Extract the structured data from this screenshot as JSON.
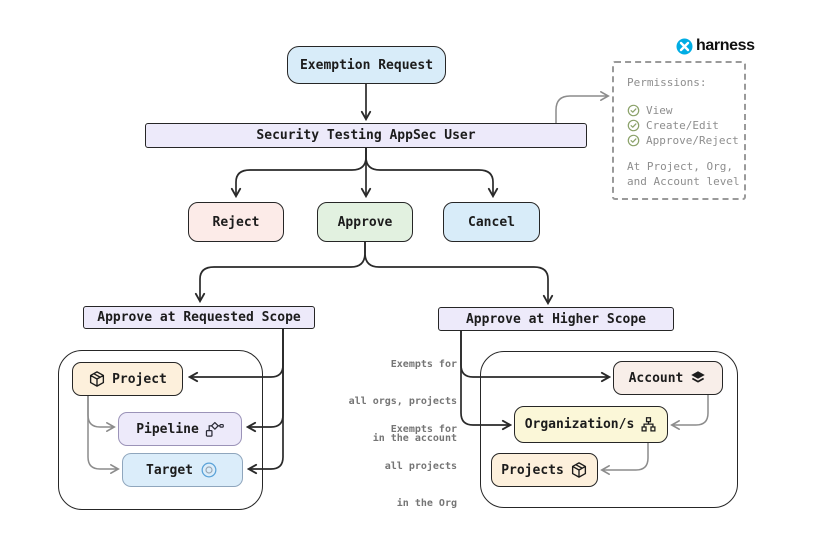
{
  "logo": {
    "brand": "harness",
    "brand_color": "#00ade4"
  },
  "permissions_panel": {
    "title": "Permissions:",
    "items": [
      "View",
      "Create/Edit",
      "Approve/Reject"
    ],
    "footer_lines": [
      "At Project, Org,",
      "and Account level"
    ]
  },
  "flow": {
    "exemption_request": "Exemption Request",
    "appsec_user": "Security Testing AppSec User",
    "reject": "Reject",
    "approve": "Approve",
    "cancel": "Cancel",
    "requested_scope": "Approve at Requested Scope",
    "higher_scope": "Approve at Higher Scope",
    "project": "Project",
    "pipeline": "Pipeline",
    "target": "Target",
    "account": "Account",
    "organizations": "Organization/s",
    "projects": "Projects"
  },
  "annotations": {
    "account_note": [
      "Exempts for",
      "all orgs, projects",
      "in the account"
    ],
    "org_note": [
      "Exempts for",
      "all projects",
      "in the Org"
    ]
  },
  "colors": {
    "blue_fill": "#d8ecf9",
    "green_fill": "#e2f1e0",
    "pink_fill": "#fcebe8",
    "lavender_fill": "#edeafa",
    "cream_fill": "#fdf0dc",
    "yellow_fill": "#fbf7d8",
    "account_fill": "#f8eee9",
    "target_fill": "#dbedfa",
    "line_dark": "#2a2a2a",
    "line_gray": "#8c8c8c",
    "check_green": "#8ba26a"
  }
}
